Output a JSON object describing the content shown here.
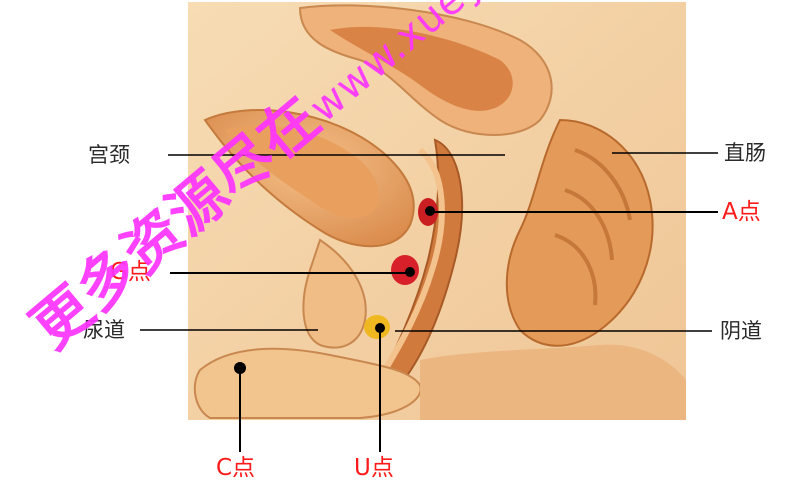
{
  "labels": {
    "cervix": "宫颈",
    "rectum": "直肠",
    "a_spot": "A点",
    "g_spot": "G点",
    "urethra": "尿道",
    "vagina": "阴道",
    "c_spot": "C点",
    "u_spot": "U点"
  },
  "watermark": {
    "chinese": "更多资源尽在",
    "latin": "www.xuey"
  },
  "colors": {
    "label_red": "#ff1a1a",
    "label_dark": "#2a2a2a",
    "watermark": "#ff33ff",
    "tissue_light": "#f2c896",
    "tissue_mid": "#e8a86a",
    "tissue_dark": "#c8743a",
    "spot_red": "#d8202a",
    "spot_yellow": "#f0b820",
    "leader_line": "#000000"
  }
}
